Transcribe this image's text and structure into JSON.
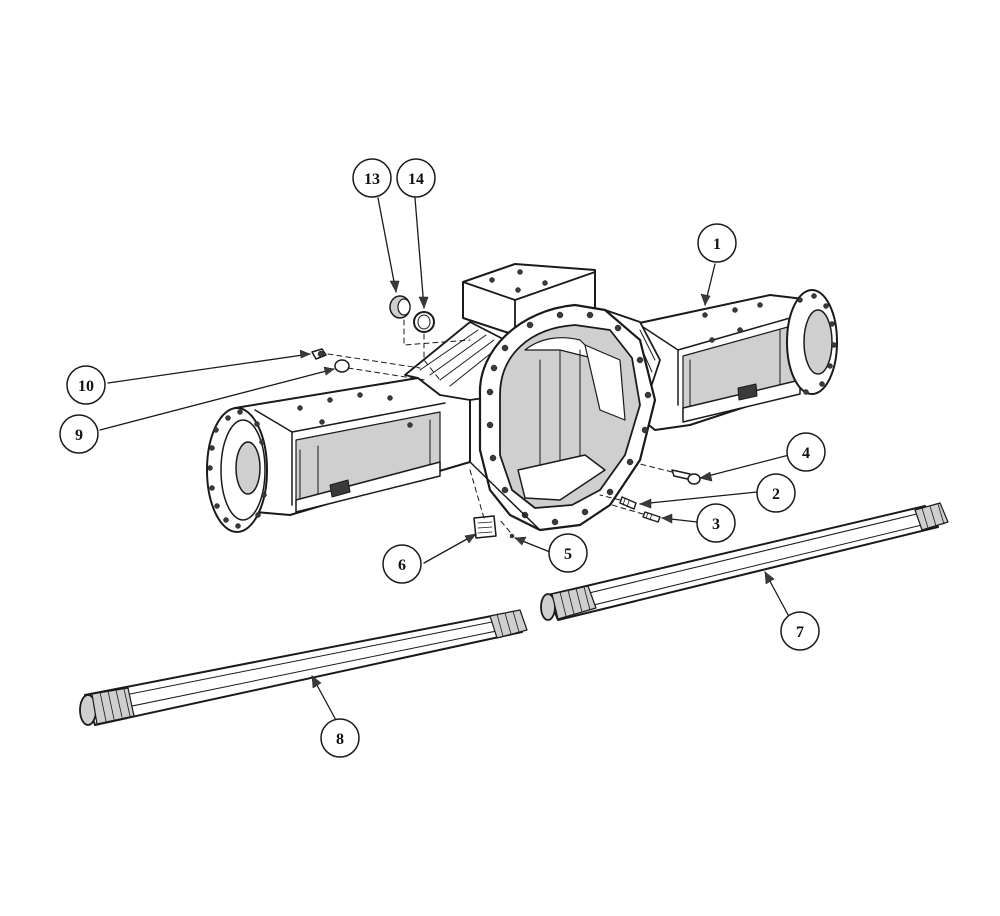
{
  "callouts": [
    {
      "id": "c1",
      "label": "1"
    },
    {
      "id": "c2",
      "label": "2"
    },
    {
      "id": "c3",
      "label": "3"
    },
    {
      "id": "c4",
      "label": "4"
    },
    {
      "id": "c5",
      "label": "5"
    },
    {
      "id": "c6",
      "label": "6"
    },
    {
      "id": "c7",
      "label": "7"
    },
    {
      "id": "c8",
      "label": "8"
    },
    {
      "id": "c9",
      "label": "9"
    },
    {
      "id": "c10",
      "label": "10"
    },
    {
      "id": "c13",
      "label": "13"
    },
    {
      "id": "c14",
      "label": "14"
    }
  ]
}
